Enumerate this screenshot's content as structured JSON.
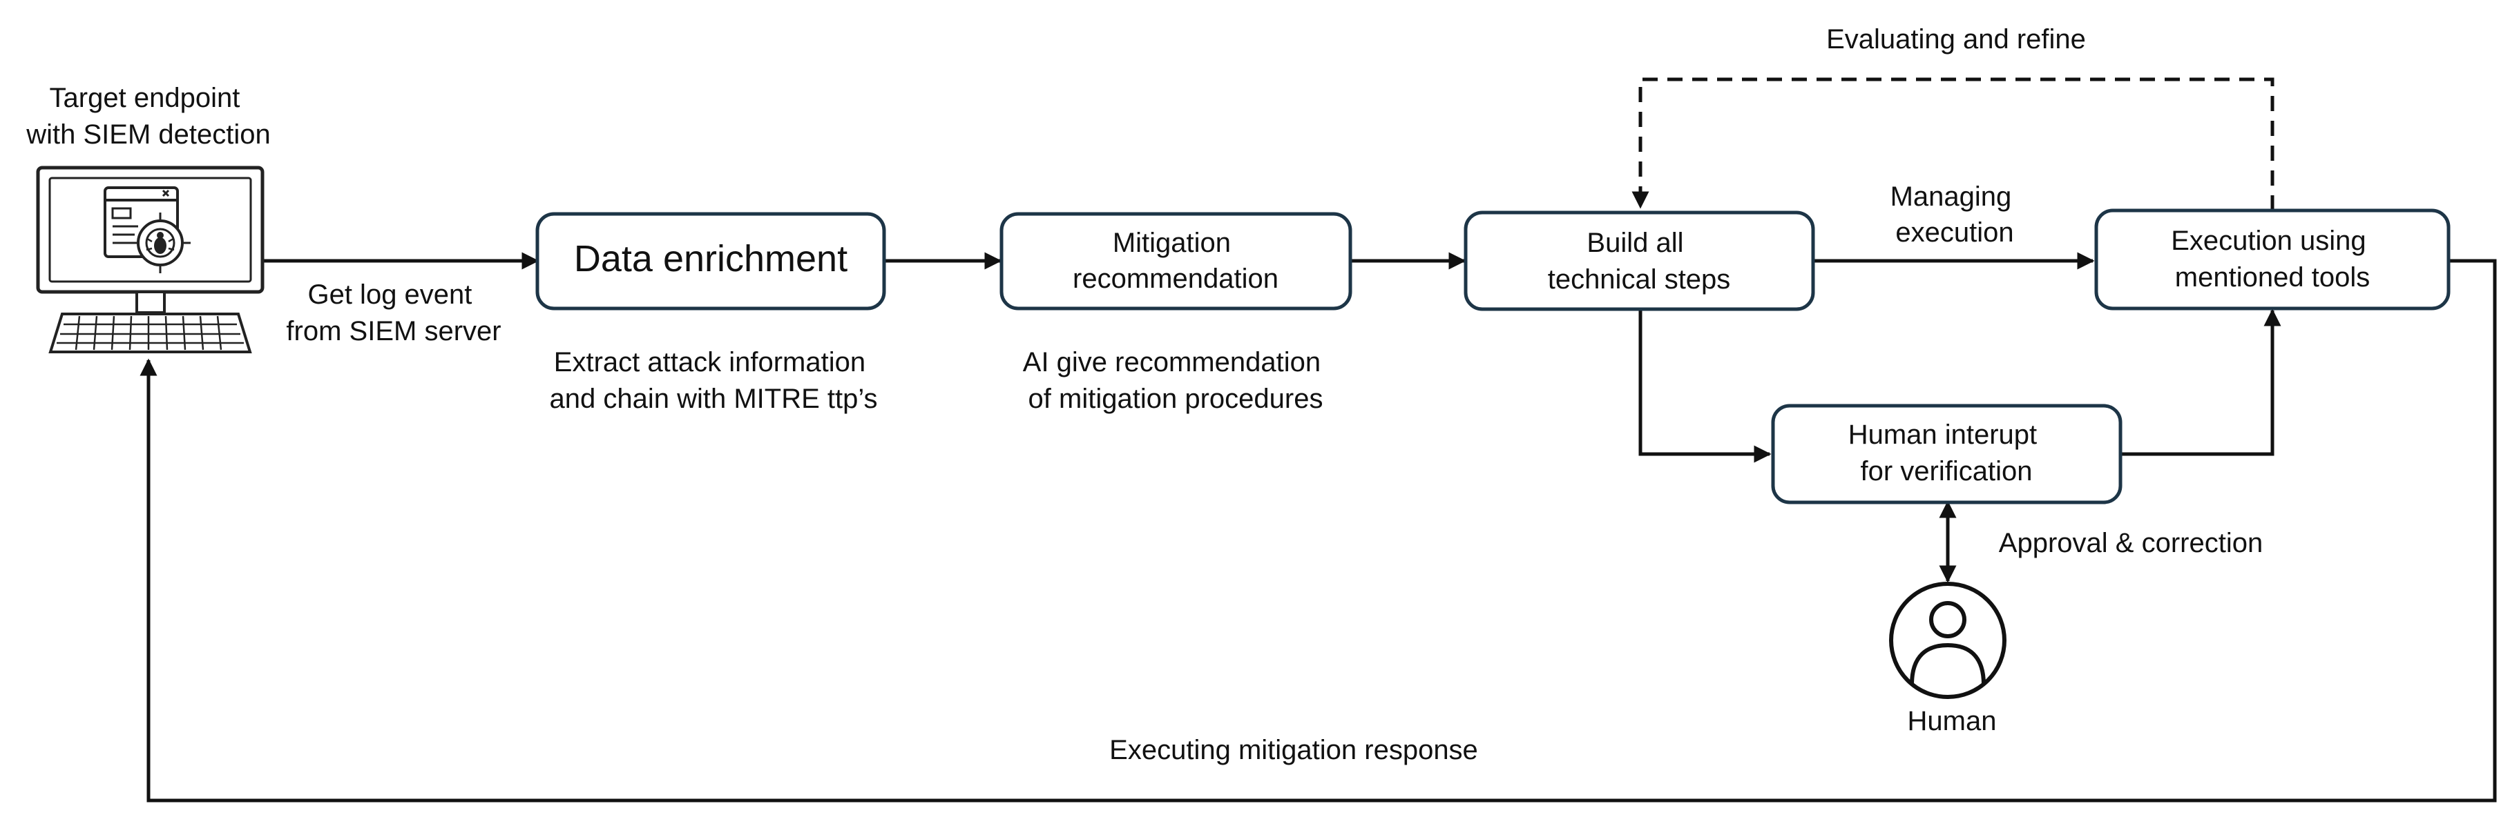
{
  "nodes": {
    "endpoint_caption": [
      "Target endpoint",
      "with SIEM detection"
    ],
    "data_enrichment": "Data enrichment",
    "mitigation_recommendation": [
      "Mitigation",
      "recommendation"
    ],
    "build_steps": [
      "Build all",
      "technical steps"
    ],
    "execution_tools": [
      "Execution using",
      "mentioned tools"
    ],
    "human_interrupt": [
      "Human interupt",
      "for verification"
    ],
    "human": "Human"
  },
  "edge_labels": {
    "get_log_event": [
      "Get log event",
      "from SIEM server"
    ],
    "extract_attack": [
      "Extract attack information",
      "and chain with MITRE ttp’s"
    ],
    "ai_recommendation": [
      "AI give recommendation",
      "of mitigation procedures"
    ],
    "managing_execution": [
      "Managing",
      "execution"
    ],
    "evaluating_refine": "Evaluating and refine",
    "approval_correction": "Approval & correction",
    "executing_response": "Executing mitigation response"
  },
  "colors": {
    "box_border": "#1d3547",
    "line": "#111111",
    "text": "#111111"
  },
  "icons": {
    "endpoint": "computer-monitor-with-bug-icon",
    "human": "person-icon"
  }
}
